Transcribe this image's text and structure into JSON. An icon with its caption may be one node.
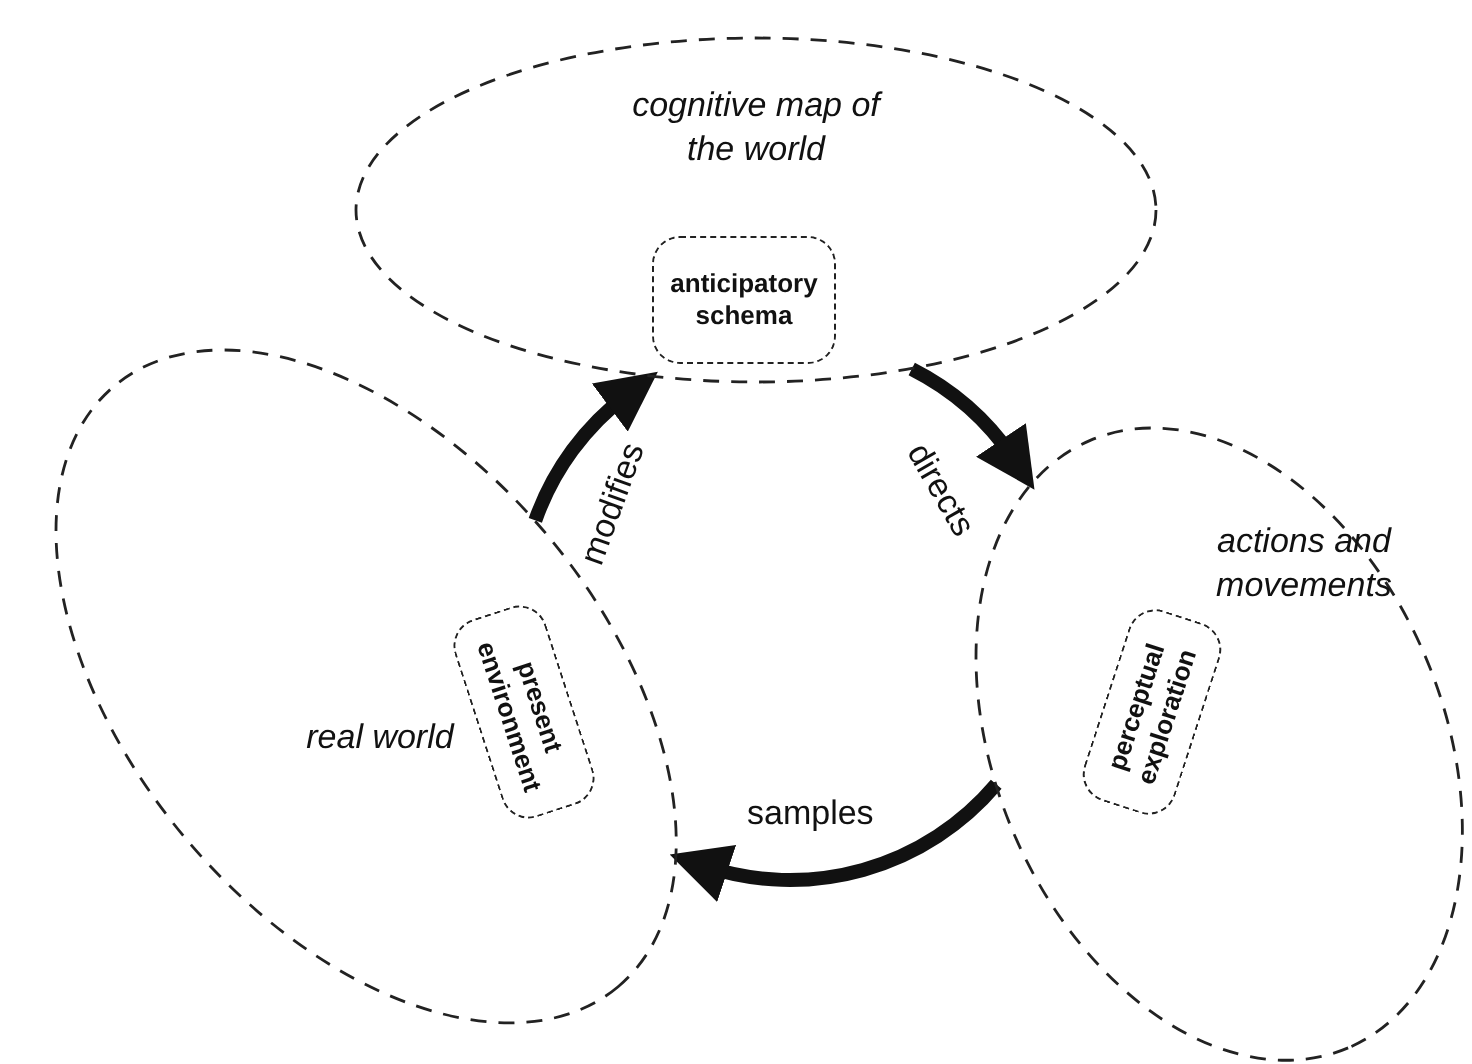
{
  "diagram": {
    "nodes": [
      {
        "text": [
          "cognitive map of the world"
        ]
      },
      {
        "text": [
          "anticipatory schema"
        ],
        "in": 0
      },
      {
        "text": [
          "actions and movements"
        ]
      },
      {
        "text": [
          "perceptual exploration"
        ],
        "in": 2
      },
      {
        "text": [
          "real world"
        ]
      },
      {
        "text": [
          "present environment"
        ],
        "in": 4
      }
    ],
    "edges": [
      {
        "from": 0,
        "to": 2,
        "arrow": "to",
        "label": "directs"
      },
      {
        "from": 2,
        "to": 4,
        "arrow": "to",
        "label": "samples"
      },
      {
        "from": 4,
        "to": 0,
        "arrow": "to",
        "label": "modifies"
      }
    ]
  }
}
